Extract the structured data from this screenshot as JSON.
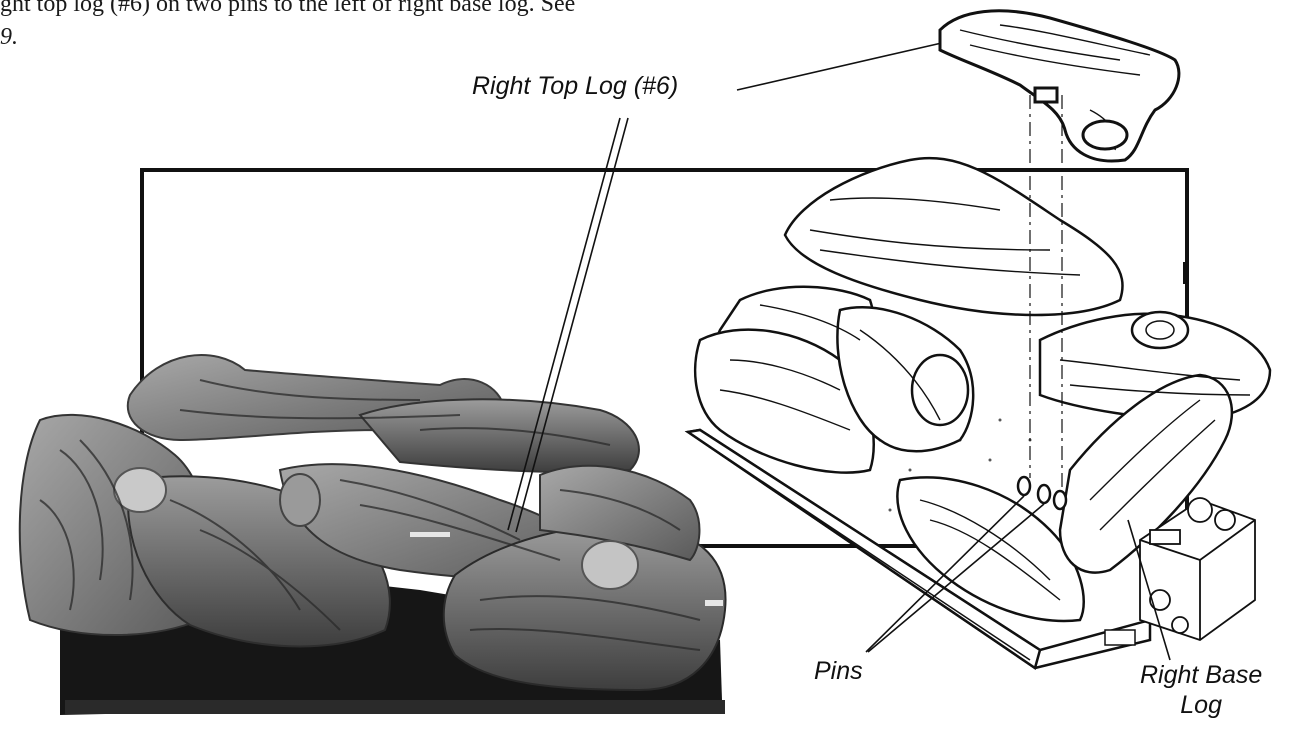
{
  "intro": {
    "line1": "ght top log (#6) on two pins to the left of right base log. See",
    "line2": "9."
  },
  "callouts": {
    "right_top_log": "Right Top Log (#6)",
    "pins": "Pins",
    "right_base_log_line1": "Right Base",
    "right_base_log_line2": "Log"
  },
  "figure": {
    "photo_subject": "assembled-log-set-photo",
    "diagram_subject": "log-placement-diagram"
  }
}
